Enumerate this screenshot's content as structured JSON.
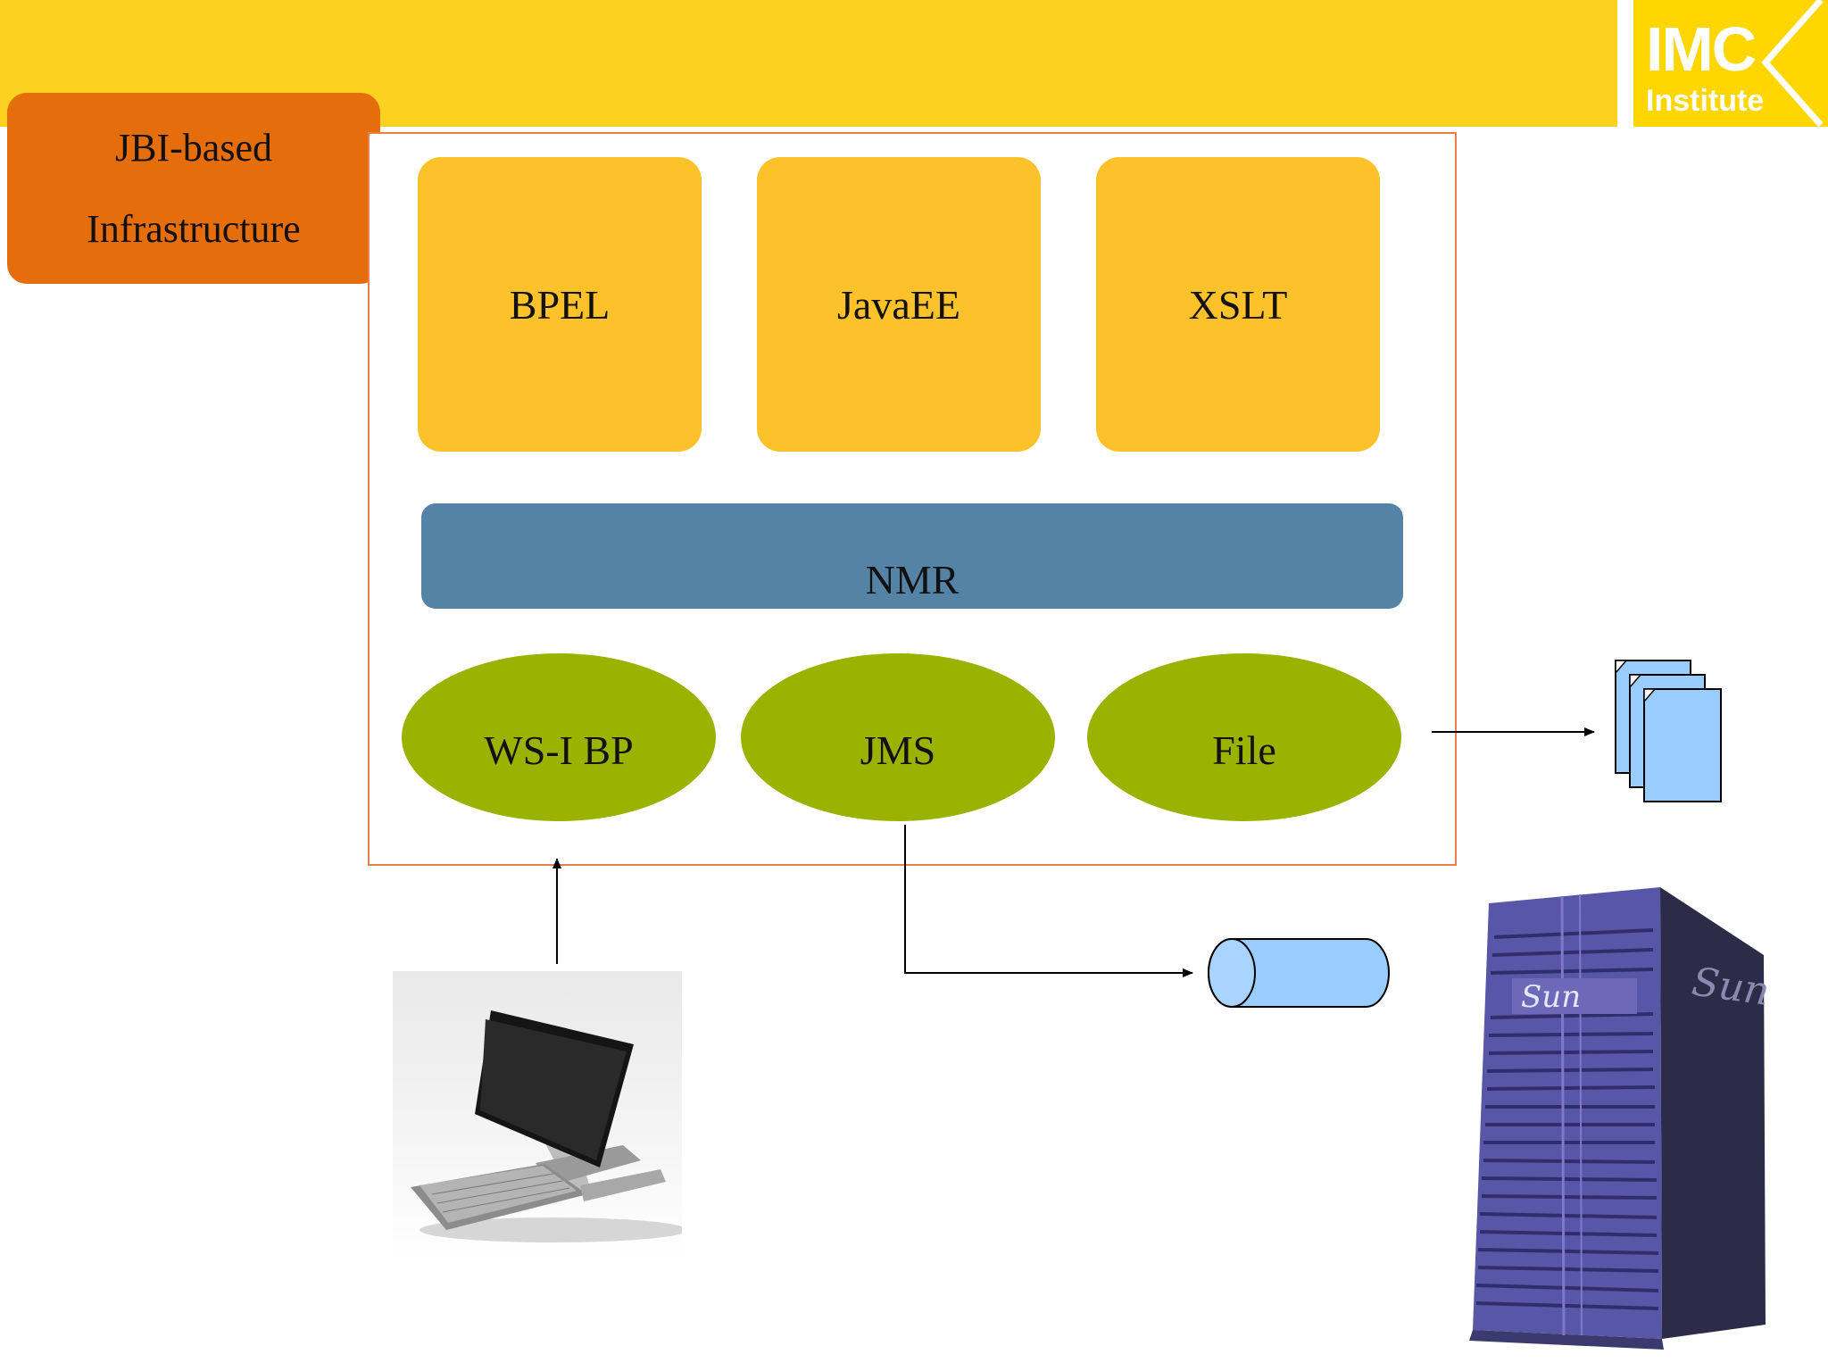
{
  "header": {
    "color": "#fdd11f"
  },
  "logo": {
    "line1": "IMC",
    "line2": "Institute",
    "color": "#ffd600"
  },
  "title": {
    "line1": "JBI-based",
    "line2": "Infrastructure",
    "color": "#e66d0b"
  },
  "service_engines": [
    {
      "label": "BPEL"
    },
    {
      "label": "JavaEE"
    },
    {
      "label": "XSLT"
    }
  ],
  "nmr": {
    "label": "NMR",
    "color": "#5583a5"
  },
  "binding_components": [
    {
      "label": "WS-I BP"
    },
    {
      "label": "JMS"
    },
    {
      "label": "File"
    }
  ],
  "server": {
    "brand": "Sun"
  },
  "colors": {
    "engine": "#fdc12a",
    "binding": "#9ab200",
    "container_border": "#e87f4e",
    "artifact": "#99ccff"
  }
}
